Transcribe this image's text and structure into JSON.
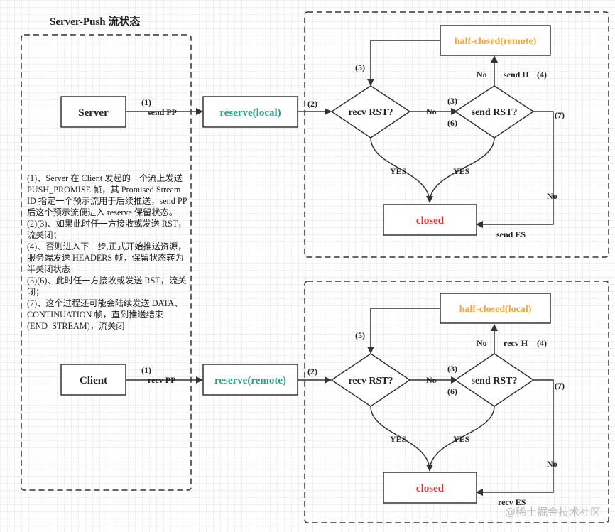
{
  "title": "Server-Push 流状态",
  "left": {
    "server": "Server",
    "client": "Client",
    "notes": [
      "(1)、Server 在 Client 发起的一个流上发送 PUSH_PROMISE 帧，其 Promised Stream ID 指定一个预示流用于后续推送，send PP 后这个预示流便进入 reserve 保留状态。",
      "(2)(3)、如果此时任一方接收或发送 RST，流关闭；",
      "(4)、否则进入下一步,正式开始推送资源，服务端发送 HEADERS 帧，保留状态转为半关闭状态",
      "(5)(6)、此时任一方接收或发送 RST，流关闭；",
      "(7)、这个过程还可能会陆续发送 DATA、CONTINUATION 帧，直到推送结束(END_STREAM)，流关闭"
    ]
  },
  "top": {
    "step1": "(1)",
    "edge1": "send PP",
    "reserve": "reserve(local)",
    "step2": "(2)",
    "recv_rst": "recv RST?",
    "no_mid": "No",
    "step3": "(3)",
    "step6": "(6)",
    "send_rst": "send RST?",
    "half_closed": "half-closed(remote)",
    "step5": "(5)",
    "no_up": "No",
    "send_h": "send H",
    "step4": "(4)",
    "step7": "(7)",
    "yes_left": "YES",
    "yes_right": "YES",
    "no_right": "No",
    "closed": "closed",
    "send_es": "send ES"
  },
  "bottom": {
    "step1": "(1)",
    "edge1": "recv PP",
    "reserve": "reserve(remote)",
    "step2": "(2)",
    "recv_rst": "recv RST?",
    "no_mid": "No",
    "step3": "(3)",
    "step6": "(6)",
    "send_rst": "send RST?",
    "half_closed": "half-closed(local)",
    "step5": "(5)",
    "no_up": "No",
    "recv_h": "recv H",
    "step4": "(4)",
    "step7": "(7)",
    "yes_left": "YES",
    "yes_right": "YES",
    "no_right": "No",
    "closed": "closed",
    "recv_es": "recv ES"
  },
  "watermark": "@稀土掘金技术社区",
  "colors": {
    "teal": "#2a9d8f",
    "orange": "#f4a742",
    "red": "#e03030",
    "line": "#333333"
  }
}
